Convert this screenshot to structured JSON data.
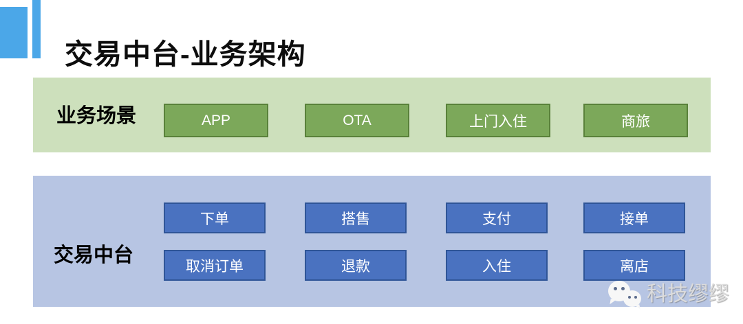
{
  "slide": {
    "title": "交易中台-业务架构"
  },
  "scenario_band": {
    "label": "业务场景",
    "items": [
      "APP",
      "OTA",
      "上门入住",
      "商旅"
    ]
  },
  "platform_band": {
    "label": "交易中台",
    "row1": [
      "下单",
      "搭售",
      "支付",
      "接单"
    ],
    "row2": [
      "取消订单",
      "退款",
      "入住",
      "离店"
    ]
  },
  "watermark": {
    "icon": "wechat-icon",
    "text": "科技缪缪"
  },
  "colors": {
    "accent_bar": "#4BA7E8",
    "scenario_band_bg": "#CDE0BC",
    "scenario_item_bg": "#7CA85A",
    "scenario_item_border": "#59813A",
    "platform_band_bg": "#B7C5E3",
    "platform_item_bg": "#4A72C0",
    "platform_item_border": "#2F5597",
    "item_text": "#FFFFFF",
    "title_text": "#0D0D0D",
    "watermark_text": "#DCDCDC"
  }
}
